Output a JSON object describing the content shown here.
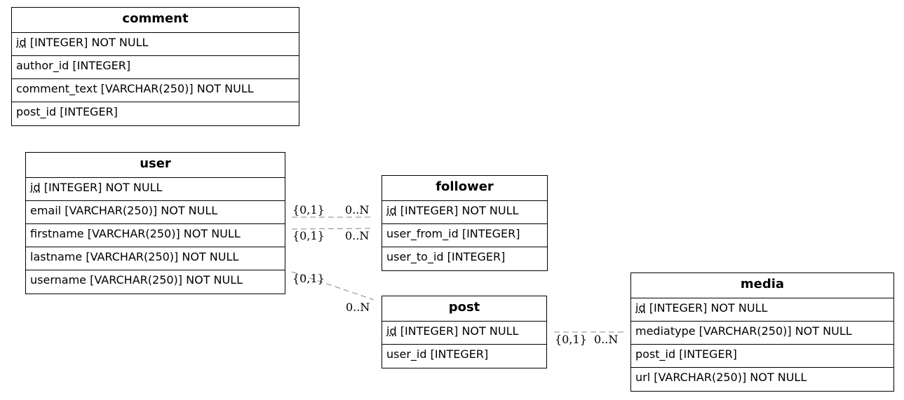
{
  "entities": {
    "comment": {
      "name": "comment",
      "columns": [
        {
          "pk": "id",
          "rest": " [INTEGER] NOT NULL"
        },
        {
          "pk": "",
          "rest": "author_id [INTEGER]"
        },
        {
          "pk": "",
          "rest": "comment_text [VARCHAR(250)] NOT NULL"
        },
        {
          "pk": "",
          "rest": "post_id [INTEGER]"
        }
      ]
    },
    "user": {
      "name": "user",
      "columns": [
        {
          "pk": "id",
          "rest": " [INTEGER] NOT NULL"
        },
        {
          "pk": "",
          "rest": "email [VARCHAR(250)] NOT NULL"
        },
        {
          "pk": "",
          "rest": "firstname [VARCHAR(250)] NOT NULL"
        },
        {
          "pk": "",
          "rest": "lastname [VARCHAR(250)] NOT NULL"
        },
        {
          "pk": "",
          "rest": "username [VARCHAR(250)] NOT NULL"
        }
      ]
    },
    "follower": {
      "name": "follower",
      "columns": [
        {
          "pk": "id",
          "rest": " [INTEGER] NOT NULL"
        },
        {
          "pk": "",
          "rest": "user_from_id [INTEGER]"
        },
        {
          "pk": "",
          "rest": "user_to_id [INTEGER]"
        }
      ]
    },
    "post": {
      "name": "post",
      "columns": [
        {
          "pk": "id",
          "rest": " [INTEGER] NOT NULL"
        },
        {
          "pk": "",
          "rest": "user_id [INTEGER]"
        }
      ]
    },
    "media": {
      "name": "media",
      "columns": [
        {
          "pk": "id",
          "rest": " [INTEGER] NOT NULL"
        },
        {
          "pk": "",
          "rest": "mediatype [VARCHAR(250)] NOT NULL"
        },
        {
          "pk": "",
          "rest": "post_id [INTEGER]"
        },
        {
          "pk": "",
          "rest": "url [VARCHAR(250)] NOT NULL"
        }
      ]
    }
  },
  "relationships": [
    {
      "from": "user",
      "to": "follower",
      "from_card": "{0,1}",
      "to_card": "0..N"
    },
    {
      "from": "user",
      "to": "follower",
      "from_card": "{0,1}",
      "to_card": "0..N"
    },
    {
      "from": "user",
      "to": "post",
      "from_card": "{0,1}",
      "to_card": "0..N"
    },
    {
      "from": "post",
      "to": "media",
      "from_card": "{0,1}",
      "to_card": "0..N"
    }
  ]
}
